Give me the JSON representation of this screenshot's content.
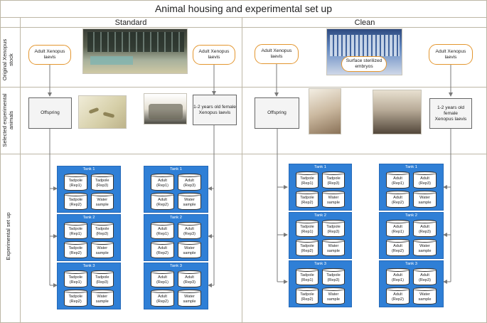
{
  "title": "Animal housing and experimental set up",
  "columns": {
    "standard": "Standard",
    "clean": "Clean"
  },
  "rows": {
    "original": "Original Xenopus\nstock",
    "selected": "Selected experimental\nanimals",
    "setup": "Experimental set up"
  },
  "labels": {
    "adult_xenopus": "Adult Xenopus\nlaevis",
    "surface_sterilized": "Surface sterilized\nembryos",
    "offspring": "Offspring",
    "female": "1-2 years old female\nXenopus laevis"
  },
  "tanks": [
    "Tank 1",
    "Tank 2",
    "Tank 3"
  ],
  "containers": {
    "tadpole": [
      [
        "Tadpole",
        "(Rep1)"
      ],
      [
        "Tadpole",
        "(Rep3)"
      ],
      [
        "Tadpole",
        "(Rep2)"
      ],
      [
        "Water",
        "sample"
      ]
    ],
    "adult": [
      [
        "Adult",
        "(Rep1)"
      ],
      [
        "Adult",
        "(Rep3)"
      ],
      [
        "Adult",
        "(Rep2)"
      ],
      [
        "Water",
        "sample"
      ]
    ]
  },
  "colors": {
    "tank": "#2f7fd6",
    "pill_border": "#e3962f",
    "connector": "#7a7a7a",
    "grid": "#bdb7a6"
  },
  "icons": [
    "housing-rack-photo",
    "tadpole-photo",
    "frog-photo",
    "tank-rack-photo"
  ]
}
